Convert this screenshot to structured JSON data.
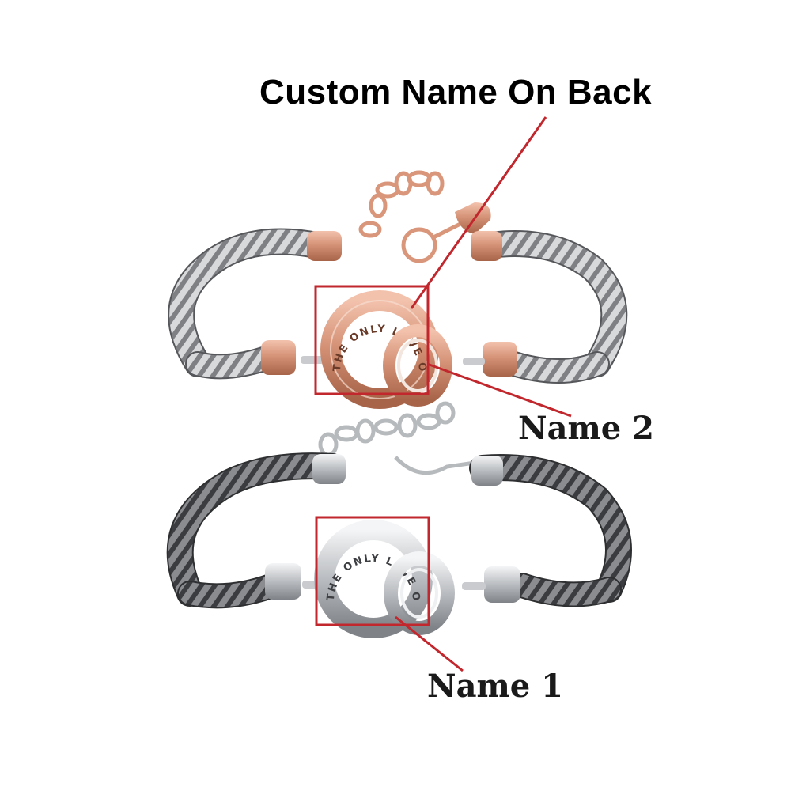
{
  "headline": "Custom Name On Back",
  "callouts": {
    "name_2": "Name 2",
    "name_1": "Name 1"
  },
  "engraving": {
    "top_bracelet": "THE ONLY LOVE OF MY LIFE",
    "bottom_bracelet": "THE ONLY LOVE OF MY LIFE"
  },
  "colors": {
    "highlight": "#c1272d",
    "rose_gold": "#d9967a",
    "silver": "#c9cbce",
    "light_cord": "#9ea0a3",
    "dark_cord": "#55575a"
  }
}
